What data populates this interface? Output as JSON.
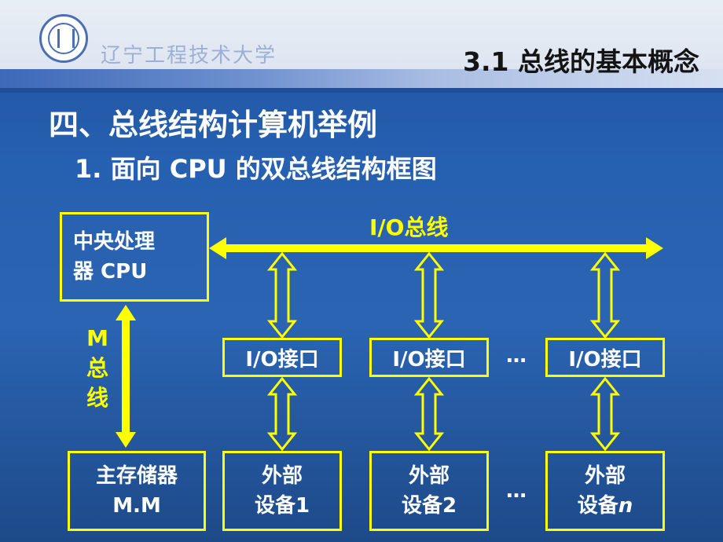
{
  "header": {
    "university": "辽宁工程技术大学",
    "section_title": "3.1  总线的基本概念"
  },
  "slide": {
    "heading": "四、总线结构计算机举例",
    "subheading": "1. 面向 CPU 的双总线结构框图"
  },
  "diagram": {
    "cpu_line1": "中央处理",
    "cpu_line2": "器 CPU",
    "io_bus_label": "I/O总线",
    "m_bus_chars": [
      "M",
      "总",
      "线"
    ],
    "main_memory_line1": "主存储器",
    "main_memory_line2": "M.M",
    "io_interfaces": [
      "I/O接口",
      "I/O接口",
      "I/O接口"
    ],
    "devices": [
      {
        "line1": "外部",
        "line2": "设备",
        "suffix": "1"
      },
      {
        "line1": "外部",
        "line2": "设备",
        "suffix": "2"
      },
      {
        "line1": "外部",
        "line2": "设备",
        "suffix": "n"
      }
    ],
    "ellipsis": "…"
  },
  "colors": {
    "bus": "#ffff00",
    "text": "#ffffff",
    "background": "#2660b0"
  }
}
